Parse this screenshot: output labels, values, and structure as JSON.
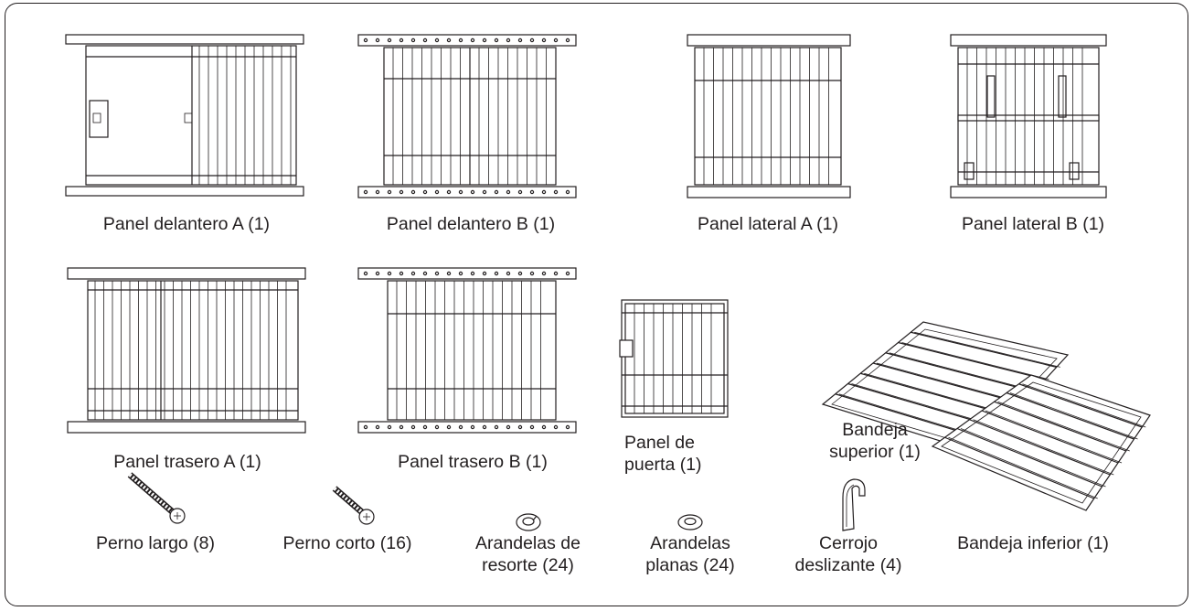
{
  "labels": {
    "panel_delantero_a": "Panel delantero A (1)",
    "panel_delantero_b": "Panel delantero B (1)",
    "panel_lateral_a": "Panel lateral A (1)",
    "panel_lateral_b": "Panel lateral B (1)",
    "panel_trasero_a": "Panel trasero A (1)",
    "panel_trasero_b": "Panel trasero B (1)",
    "panel_puerta_l1": "Panel de",
    "panel_puerta_l2": "puerta (1)",
    "bandeja_superior_l1": "Bandeja",
    "bandeja_superior_l2": "superior (1)",
    "bandeja_inferior": "Bandeja inferior (1)",
    "perno_largo": "Perno largo (8)",
    "perno_corto": "Perno corto (16)",
    "arandelas_resorte_l1": "Arandelas de",
    "arandelas_resorte_l2": "resorte (24)",
    "arandelas_planas_l1": "Arandelas",
    "arandelas_planas_l2": "planas (24)",
    "cerrojo_l1": "Cerrojo",
    "cerrojo_l2": "deslizante (4)"
  }
}
